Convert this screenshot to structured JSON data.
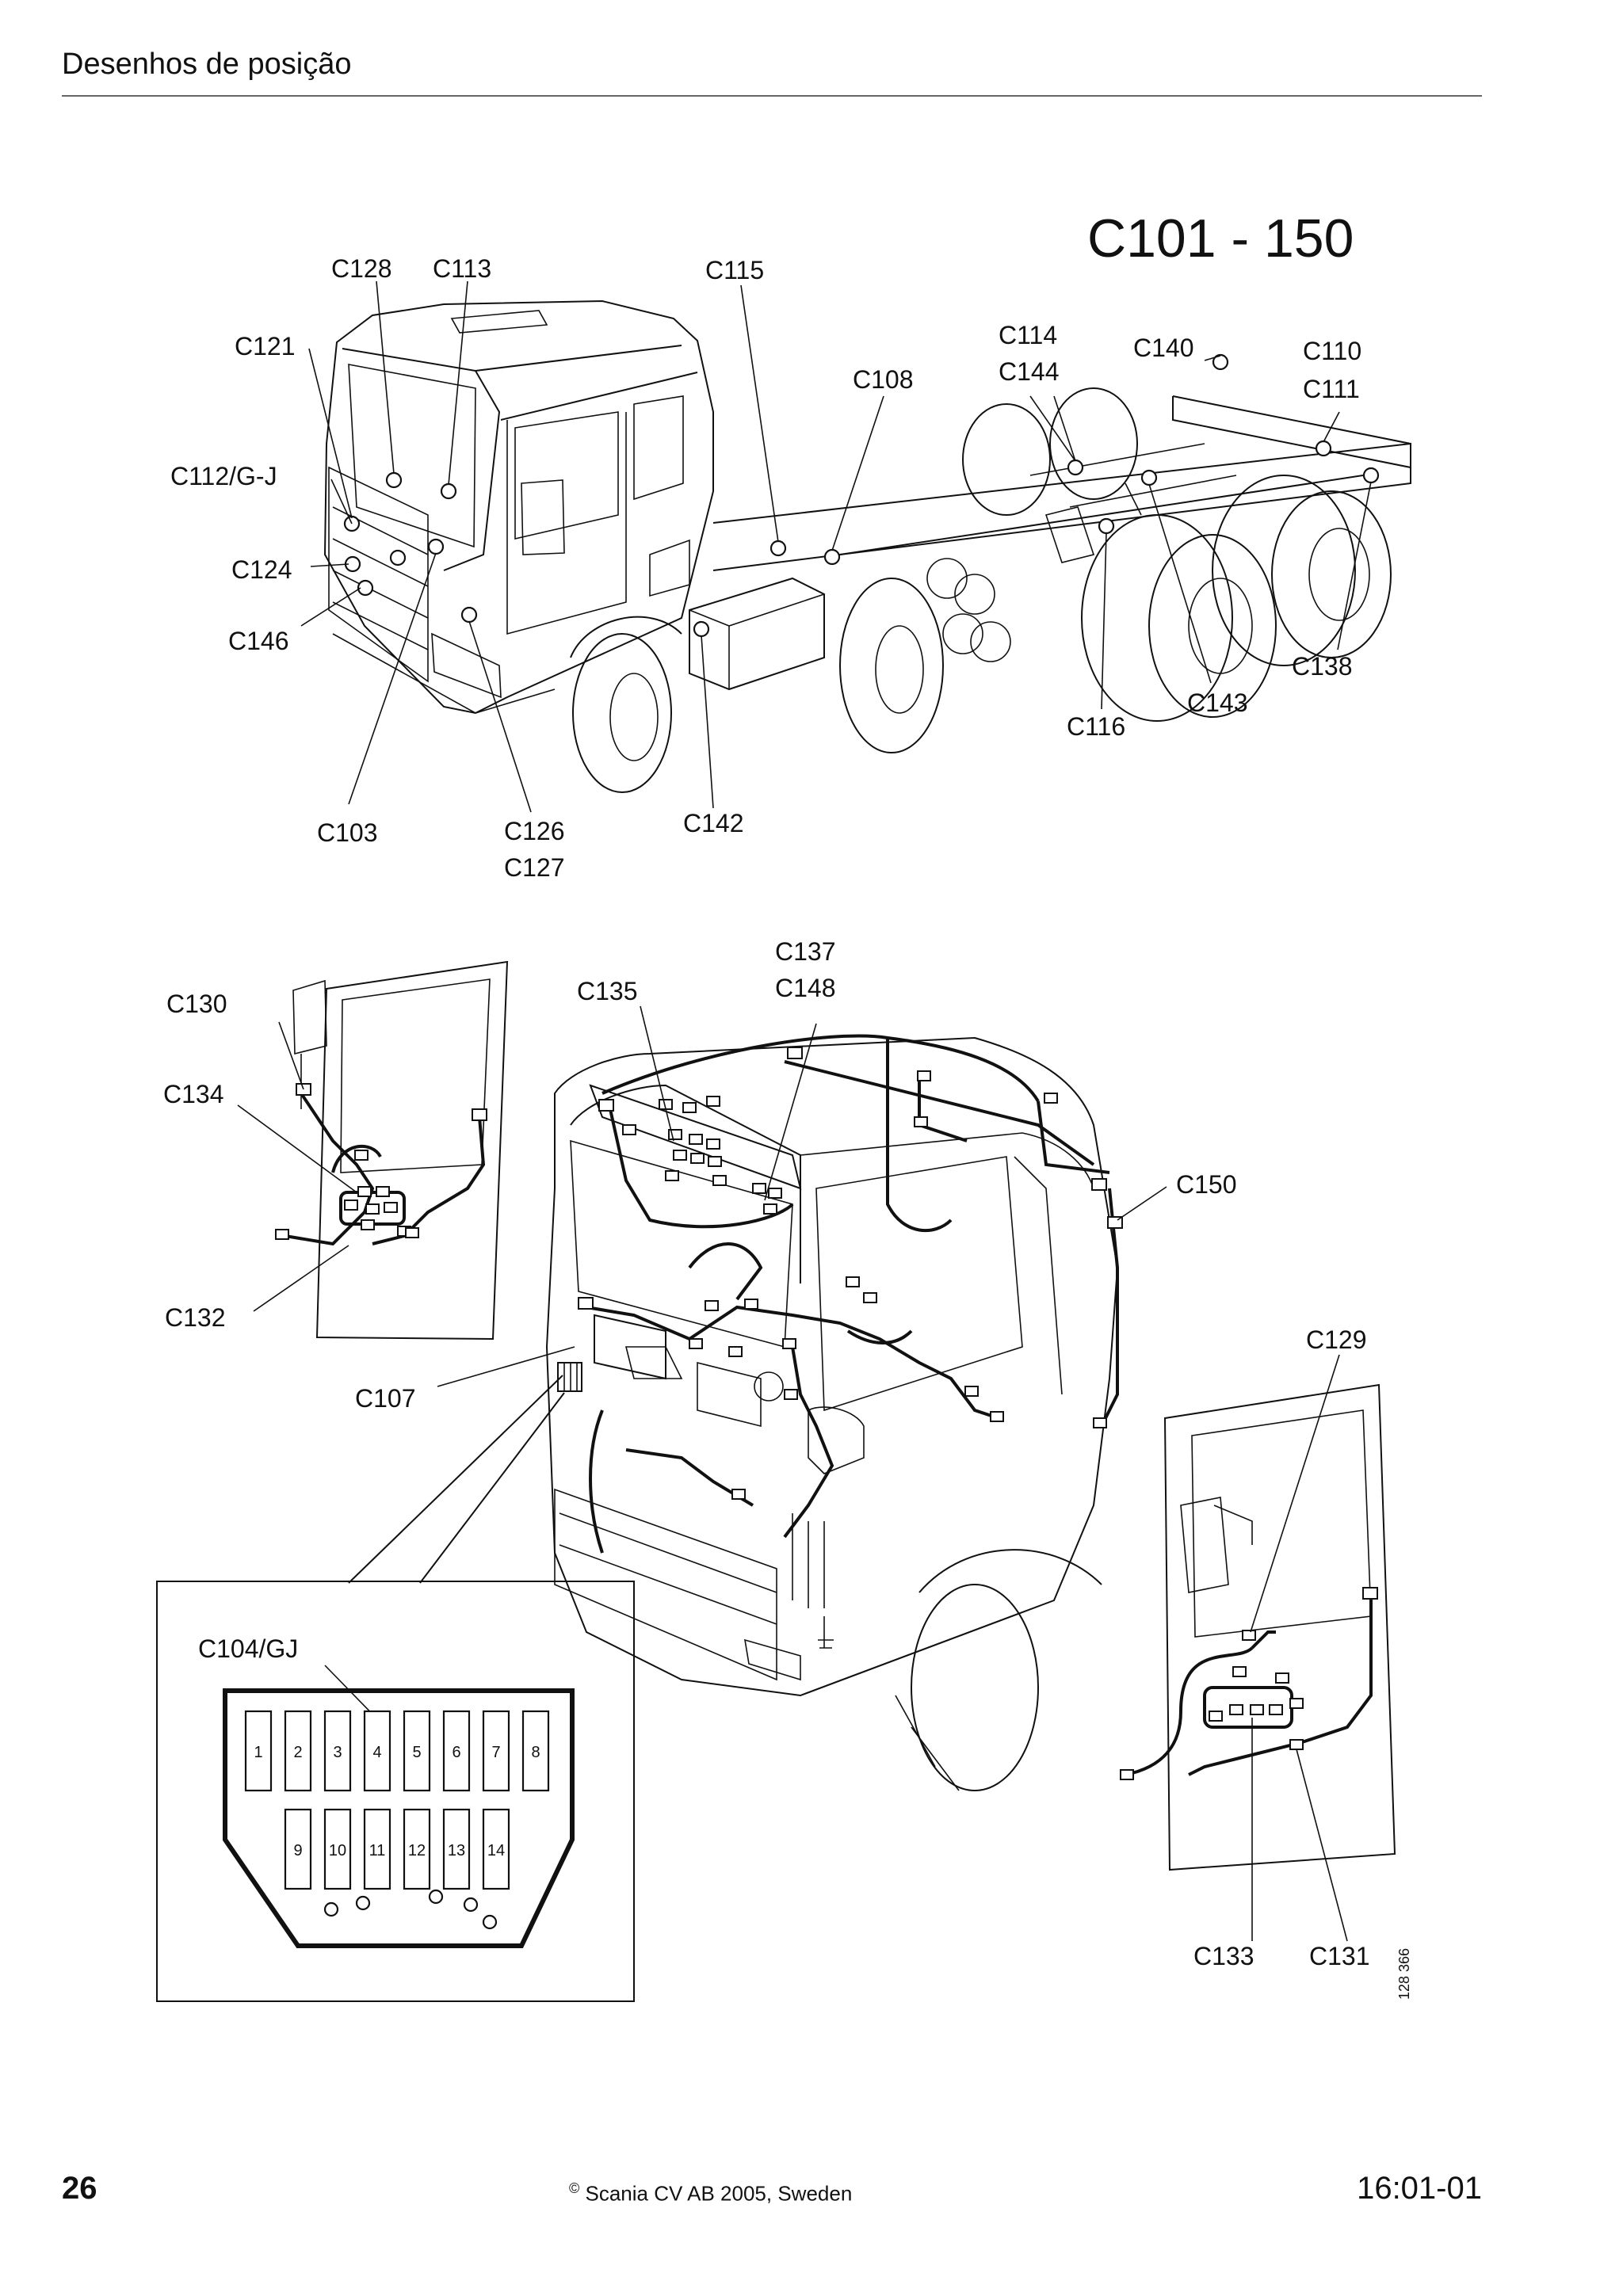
{
  "header": {
    "section_title": "Desenhos de posição"
  },
  "diagram": {
    "range_title": "C101 - 150",
    "truck_labels": [
      "C128",
      "C113",
      "C115",
      "C121",
      "C114",
      "C144",
      "C140",
      "C110",
      "C111",
      "C108",
      "C112/G-J",
      "C124",
      "C146",
      "C138",
      "C143",
      "C116",
      "C103",
      "C126",
      "C127",
      "C142"
    ],
    "cab_labels": [
      "C137",
      "C148",
      "C130",
      "C135",
      "C134",
      "C150",
      "C132",
      "C129",
      "C107",
      "C104/GJ",
      "C133",
      "C131"
    ],
    "fuse_numbers": [
      "1",
      "2",
      "3",
      "4",
      "5",
      "6",
      "7",
      "8",
      "9",
      "10",
      "11",
      "12",
      "13",
      "14"
    ],
    "figure_id": "128 366"
  },
  "footer": {
    "page_number": "26",
    "copyright_symbol": "©",
    "copyright_text": "Scania CV AB 2005, Sweden",
    "doc_code": "16:01-01"
  }
}
